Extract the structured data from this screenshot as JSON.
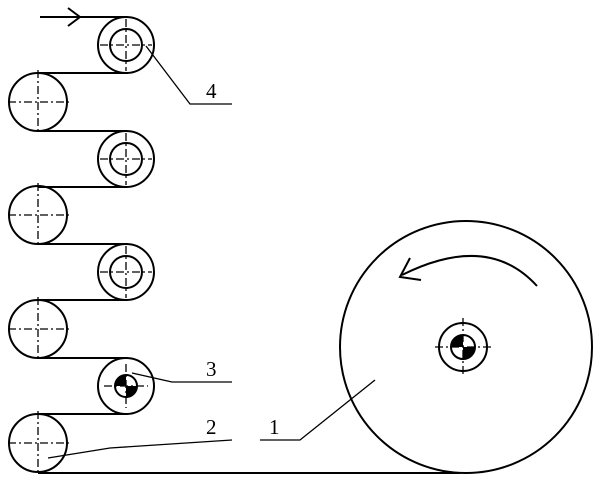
{
  "diagram": {
    "labels": {
      "main_roll": "1",
      "lower_left_roller": "2",
      "driven_roller": "3",
      "top_guide_roller": "4"
    },
    "colors": {
      "ink": "#000000",
      "background": "#ffffff"
    },
    "rotation_direction": "counterclockwise",
    "feed_direction": "right"
  }
}
